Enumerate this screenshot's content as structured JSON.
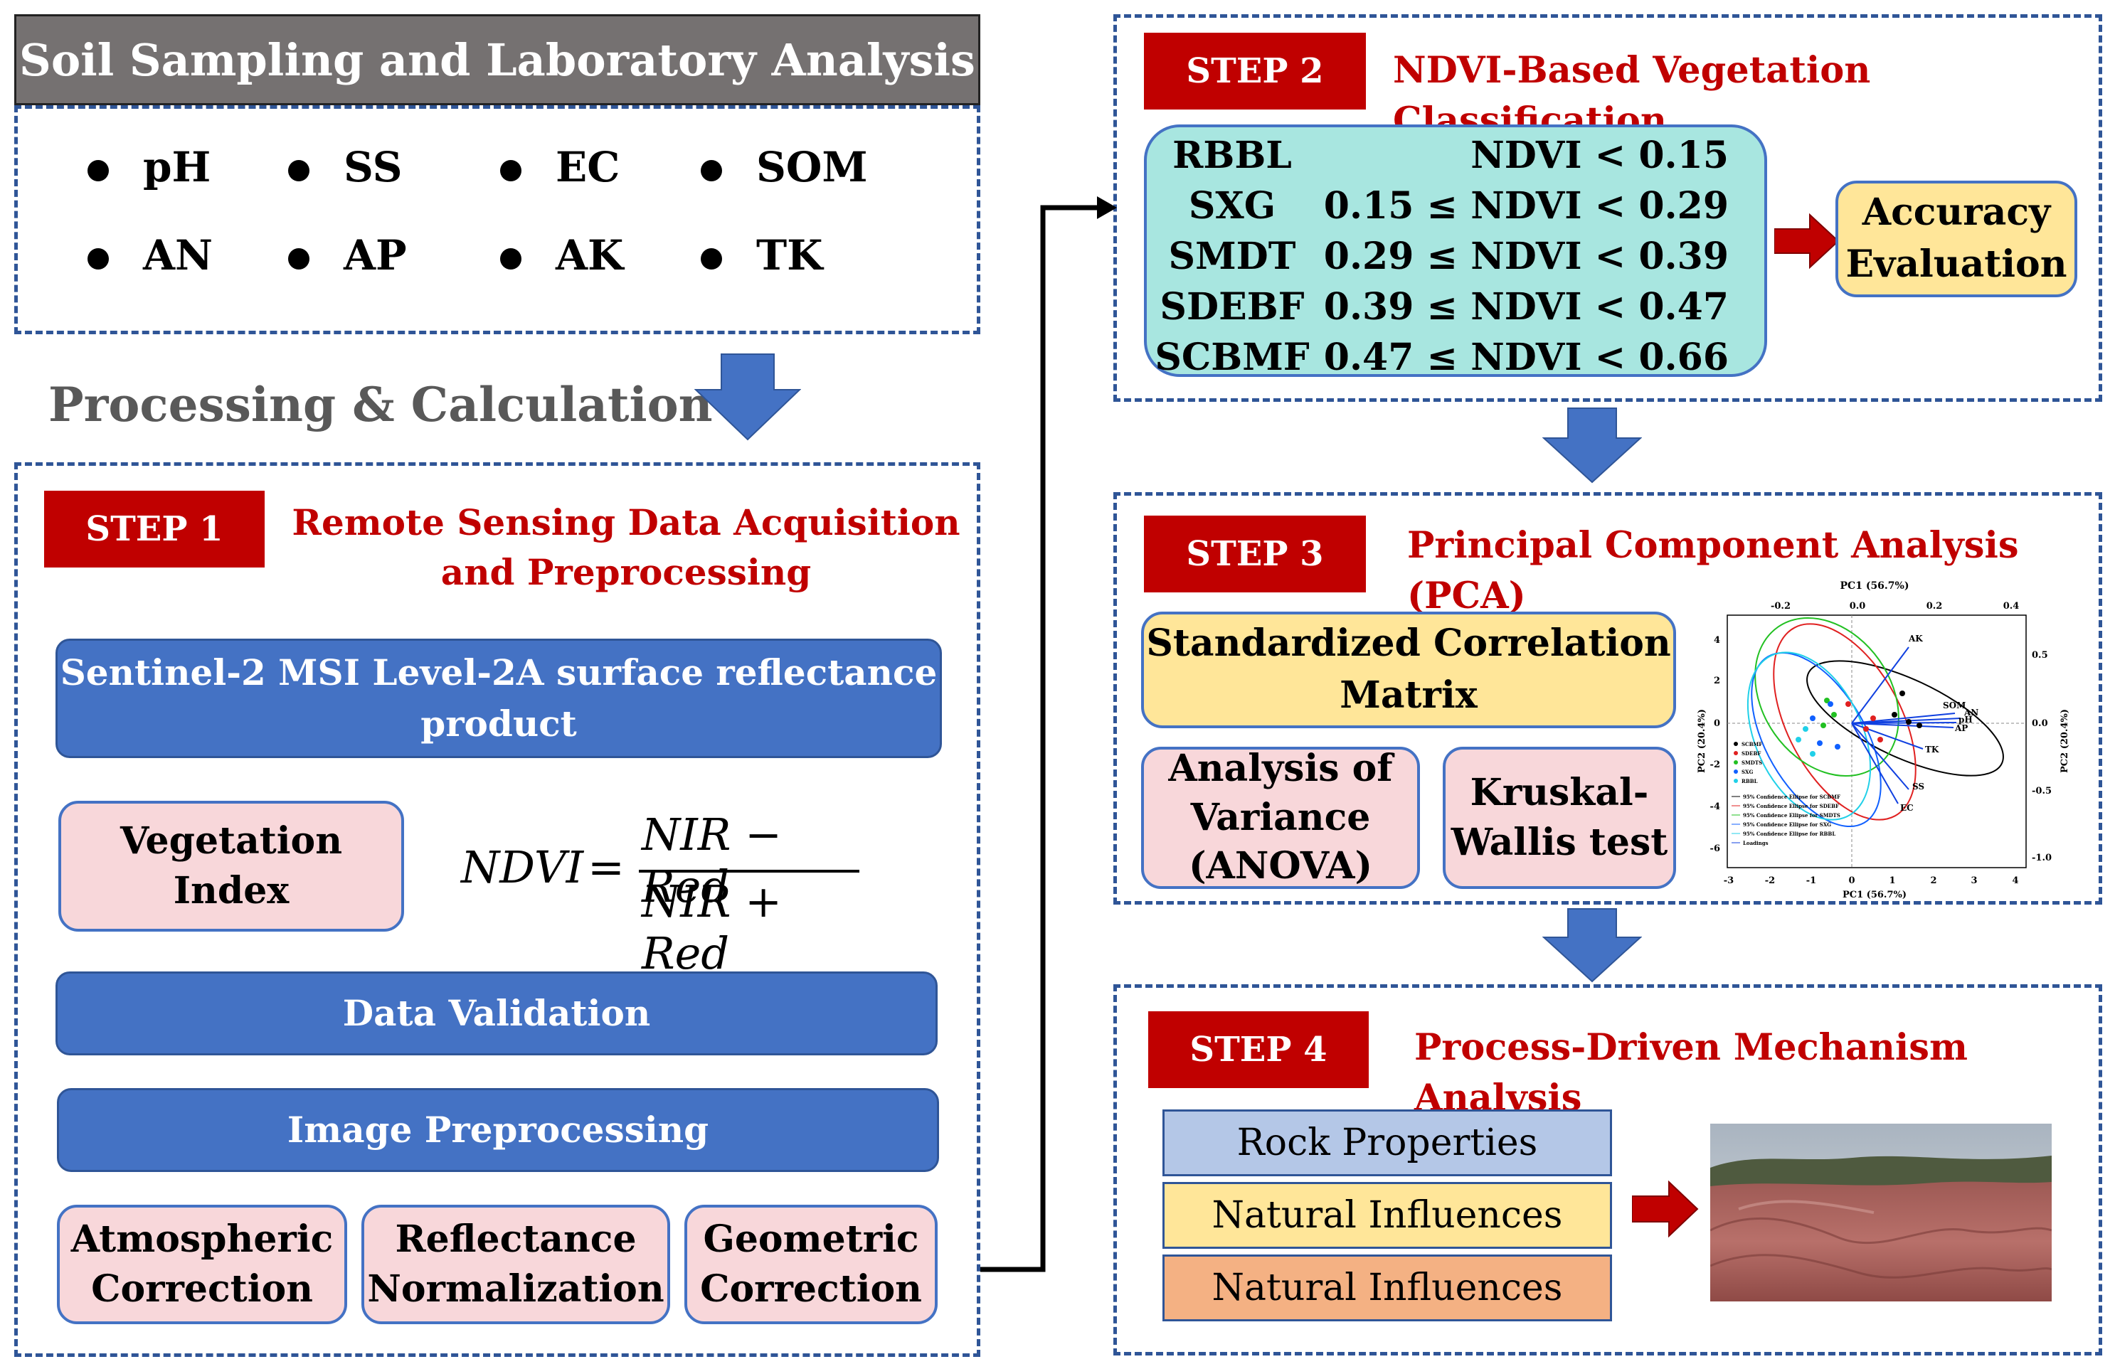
{
  "soil": {
    "header": "Soil Sampling and Laboratory Analysis",
    "indicators": [
      "pH",
      "SS",
      "EC",
      "SOM",
      "AN",
      "AP",
      "AK",
      "TK"
    ]
  },
  "processing_label": "Processing & Calculation",
  "step1": {
    "tag": "STEP 1",
    "title_line1": "Remote Sensing Data Acquisition",
    "title_line2": "and Preprocessing",
    "product_line1": "Sentinel-2 MSI Level-2A surface reflectance",
    "product_line2": "product",
    "veg_index_line1": "Vegetation",
    "veg_index_line2": "Index",
    "formula": {
      "lhs": "NDVI",
      "eq": "=",
      "num": "NIR − Red",
      "den": "NIR + Red"
    },
    "data_validation": "Data Validation",
    "image_preprocessing": "Image Preprocessing",
    "corrections": [
      {
        "line1": "Atmospheric",
        "line2": "Correction"
      },
      {
        "line1": "Reflectance",
        "line2": "Normalization"
      },
      {
        "line1": "Geometric",
        "line2": "Correction"
      }
    ]
  },
  "step2": {
    "tag": "STEP 2",
    "title": "NDVI-Based Vegetation Classification",
    "classes": [
      {
        "name": "RBBL",
        "range": "NDVI < 0.15"
      },
      {
        "name": "SXG",
        "range": "0.15 ≤ NDVI < 0.29"
      },
      {
        "name": "SMDT",
        "range": "0.29 ≤ NDVI < 0.39"
      },
      {
        "name": "SDEBF",
        "range": "0.39 ≤ NDVI < 0.47"
      },
      {
        "name": "SCBMF",
        "range": "0.47 ≤ NDVI < 0.66"
      }
    ],
    "accuracy_line1": "Accuracy",
    "accuracy_line2": "Evaluation"
  },
  "step3": {
    "tag": "STEP 3",
    "title": "Principal Component Analysis (PCA)",
    "matrix_line1": "Standardized Correlation",
    "matrix_line2": "Matrix",
    "anova_line1": "Analysis of",
    "anova_line2": "Variance",
    "anova_line3": "(ANOVA)",
    "kw_line1": "Kruskal-",
    "kw_line2": "Wallis test"
  },
  "pca_plot": {
    "top_axis_title": "PC1 (56.7%)",
    "bottom_axis_title": "PC1 (56.7%)",
    "left_axis_title": "PC2 (20.4%)",
    "right_axis_title": "PC2 (20.4%)",
    "top_ticks": [
      "-0.2",
      "0.0",
      "0.2",
      "0.4"
    ],
    "bottom_ticks": [
      "-3",
      "-2",
      "-1",
      "0",
      "1",
      "2",
      "3",
      "4"
    ],
    "left_ticks": [
      "4",
      "2",
      "0",
      "-2",
      "-4",
      "-6"
    ],
    "right_ticks": [
      "0.5",
      "0.0",
      "-0.5",
      "-1.0"
    ],
    "loadings": [
      "AK",
      "SOM",
      "AN",
      "pH",
      "AP",
      "TK",
      "SS",
      "EC"
    ],
    "legend": [
      "SCBMF",
      "SDEBF",
      "SMDTS",
      "SXG",
      "RBBL"
    ],
    "ellipse_legend": [
      "95% Confidence Ellipse for SCBMF",
      "95% Confidence Ellipse for SDEBF",
      "95% Confidence Ellipse for SMDTS",
      "95% Confidence Ellipse for SXG",
      "95% Confidence Ellipse for RBBL",
      "Loadings"
    ],
    "colors": {
      "SCBMF": "#000000",
      "SDEBF": "#e02020",
      "SMDTS": "#22c022",
      "SXG": "#1060ff",
      "RBBL": "#20d0e8"
    }
  },
  "step4": {
    "tag": "STEP 4",
    "title": "Process-Driven Mechanism Analysis",
    "factors": [
      "Rock Properties",
      "Natural Influences",
      "Natural Influences"
    ]
  },
  "colors": {
    "step_red": "#c00000",
    "dash_blue": "#2f5597",
    "bar_blue": "#4472c4",
    "teal": "#a8e6e0",
    "yellow": "#ffe699",
    "pink": "#f8d7da"
  }
}
